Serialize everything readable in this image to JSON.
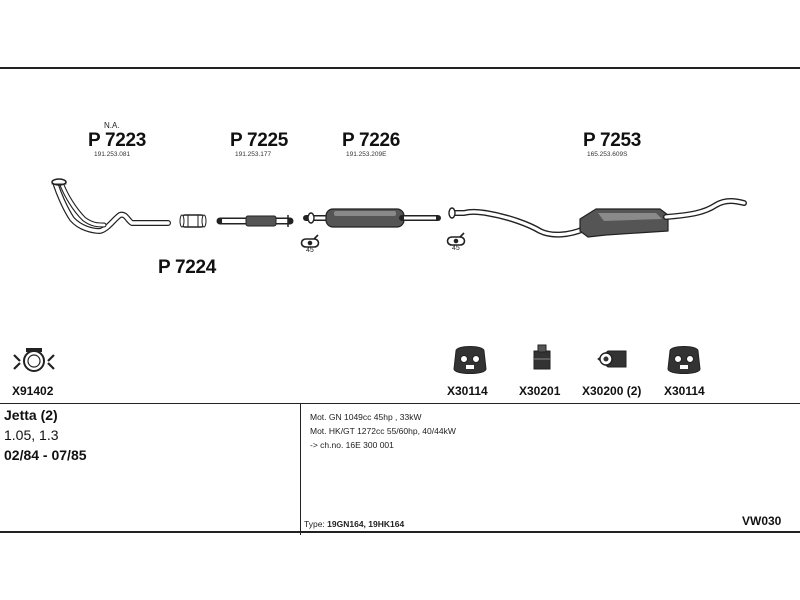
{
  "parts": [
    {
      "note": "N.A.",
      "code": "P 7223",
      "oem": "191.253.081"
    },
    {
      "code": "P 7225",
      "oem": "191.253.177"
    },
    {
      "code": "P 7226",
      "oem": "191.253.209E"
    },
    {
      "code": "P 7253",
      "oem": "165.253.609S"
    },
    {
      "code": "P 7224"
    }
  ],
  "angles": [
    "45",
    "45"
  ],
  "accessories": [
    {
      "code": "X91402",
      "icon": "clamp-icon"
    },
    {
      "code": "X30114",
      "icon": "rubber-hanger-icon"
    },
    {
      "code": "X30201",
      "icon": "mounting-bush-icon"
    },
    {
      "code": "X30200 (2)",
      "icon": "mounting-ring-icon"
    },
    {
      "code": "X30114",
      "icon": "rubber-hanger-icon"
    }
  ],
  "vehicle": {
    "model": "Jetta (2)",
    "engines": "1.05, 1.3",
    "years": "02/84 - 07/85"
  },
  "specs": {
    "lines": [
      "Mot. GN 1049cc 45hp , 33kW",
      "Mot. HK/GT 1272cc 55/60hp, 40/44kW",
      "-> ch.no. 16E 300 001"
    ],
    "type_label": "Type:",
    "type_value": "19GN164, 19HK164"
  },
  "diagram_id": "VW030"
}
